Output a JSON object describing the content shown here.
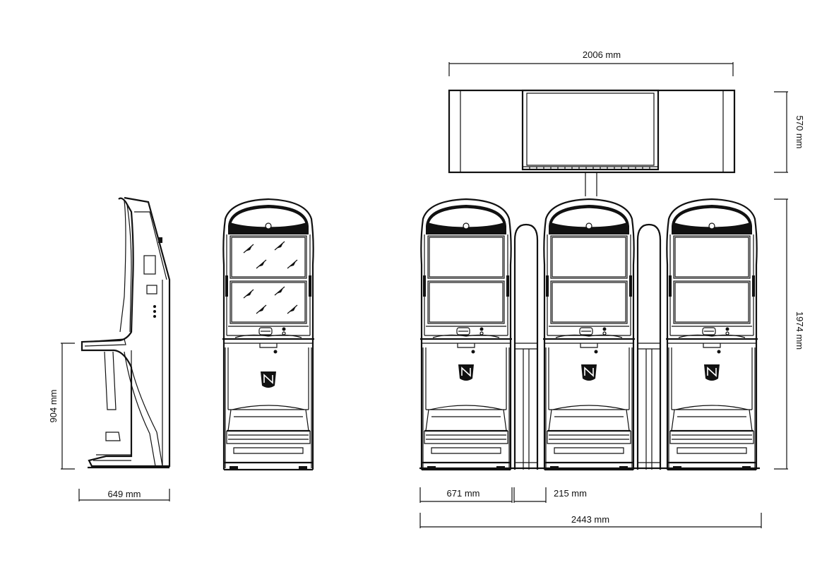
{
  "dimensions": {
    "side_depth": "649 mm",
    "side_height": "904 mm",
    "topper_width": "2006 mm",
    "topper_height": "570 mm",
    "cabinet_height": "1974 mm",
    "cabinet_width": "671 mm",
    "divider_width": "215 mm",
    "bank_width": "2443 mm"
  },
  "icons": {
    "brand_badge": "n-logo-badge-icon",
    "reel_cursor": "cursor-arrow-icon"
  },
  "colors": {
    "line": "#111111",
    "background": "#ffffff"
  }
}
